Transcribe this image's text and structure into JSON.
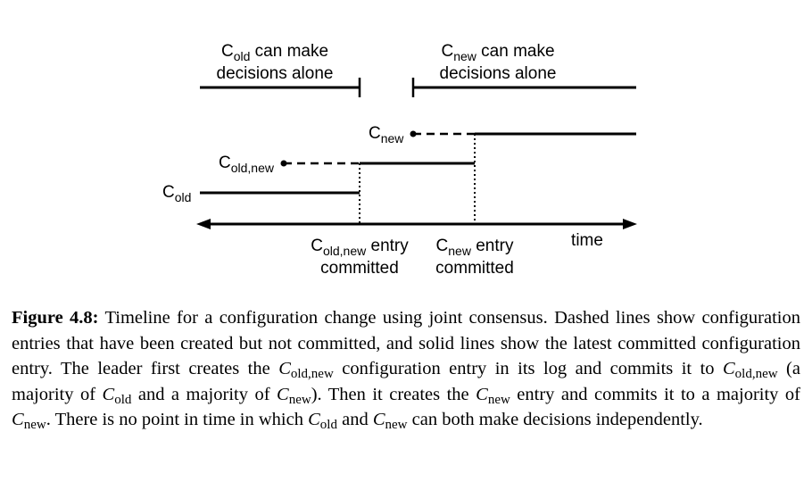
{
  "diagram": {
    "top_left_label": {
      "c": "C",
      "sub": "old",
      "line1_rest": " can make",
      "line2": "decisions alone"
    },
    "top_right_label": {
      "c": "C",
      "sub": "new",
      "line1_rest": " can make",
      "line2": "decisions alone"
    },
    "row_c_new": {
      "c": "C",
      "sub": "new"
    },
    "row_c_old_new": {
      "c": "C",
      "sub": "old,new"
    },
    "row_c_old": {
      "c": "C",
      "sub": "old"
    },
    "time_label": "time",
    "event1": {
      "c": "C",
      "sub": "old,new",
      "rest": " entry",
      "line2": "committed"
    },
    "event2": {
      "c": "C",
      "sub": "new",
      "rest": " entry",
      "line2": "committed"
    }
  },
  "caption": {
    "figure_label": "Figure 4.8:",
    "p1": " Timeline for a configuration change using joint consensus. Dashed lines show configuration entries that have been created but not committed, and solid lines show the latest committed configuration entry. The leader first creates the ",
    "v1": "C",
    "v1_sub": "old,new",
    "p2": " configuration entry in its log and commits it to ",
    "v2": "C",
    "v2_sub": "old,new",
    "p3": " (a majority of ",
    "v3": "C",
    "v3_sub": "old",
    "p4": " and a majority of ",
    "v4": "C",
    "v4_sub": "new",
    "p5": "). Then it creates the ",
    "v5": "C",
    "v5_sub": "new",
    "p6": " entry and commits it to a majority of ",
    "v6": "C",
    "v6_sub": "new",
    "p7": ". There is no point in time in which ",
    "v7": "C",
    "v7_sub": "old",
    "p8": " and ",
    "v8": "C",
    "v8_sub": "new",
    "p9": " can both make decisions independently."
  }
}
